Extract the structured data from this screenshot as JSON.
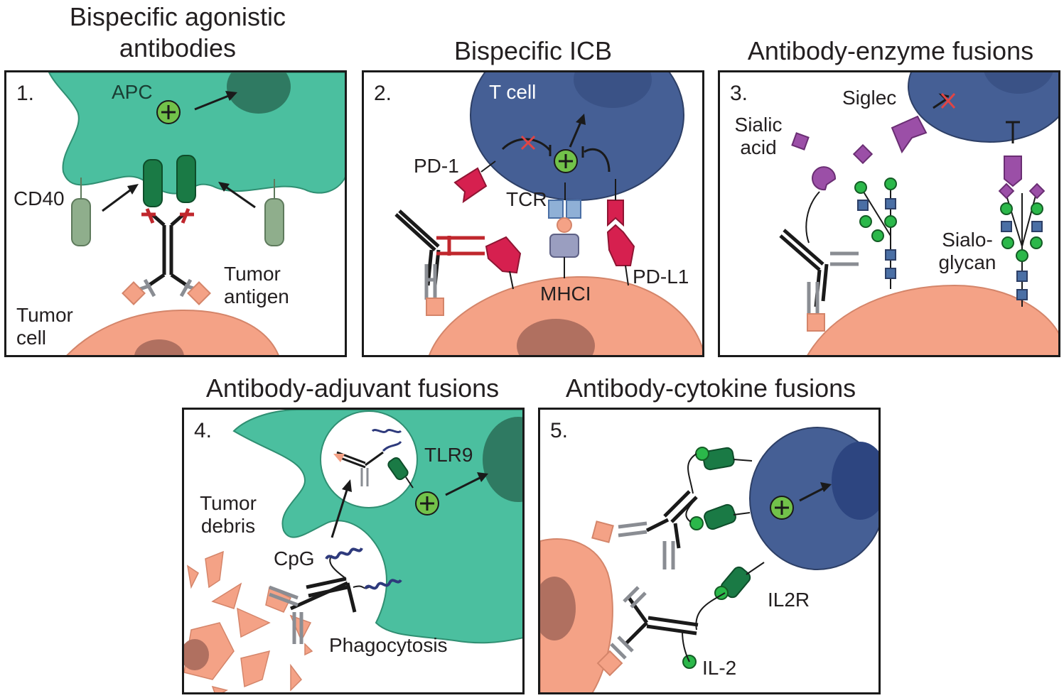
{
  "titles": {
    "p1_line1": "Bispecific agonistic",
    "p1_line2": "antibodies",
    "p2": "Bispecific ICB",
    "p3": "Antibody-enzyme fusions",
    "p4": "Antibody-adjuvant fusions",
    "p5": "Antibody-cytokine fusions"
  },
  "panel1": {
    "number": "1.",
    "apc": "APC",
    "cd40": "CD40",
    "tumor_antigen_1": "Tumor",
    "tumor_antigen_2": "antigen",
    "tumor_cell_1": "Tumor",
    "tumor_cell_2": "cell"
  },
  "panel2": {
    "number": "2.",
    "t_cell": "T cell",
    "pd1": "PD-1",
    "tcr": "TCR",
    "mhci": "MHCI",
    "pdl1": "PD-L1"
  },
  "panel3": {
    "number": "3.",
    "siglec": "Siglec",
    "sialic_1": "Sialic",
    "sialic_2": "acid",
    "sialo_1": "Sialo-",
    "sialo_2": "glycan"
  },
  "panel4": {
    "number": "4.",
    "tlr9": "TLR9",
    "tumor_debris_1": "Tumor",
    "tumor_debris_2": "debris",
    "cpg": "CpG",
    "phagocytosis": "Phagocytosis"
  },
  "panel5": {
    "number": "5.",
    "il2r": "IL2R",
    "il2": "IL-2"
  },
  "colors": {
    "apc": "#4bbf9f",
    "tcell": "#455f95",
    "tumor": "#f4a286",
    "antibody_dark": "#1a1a1a",
    "antibody_grey": "#8a8d93",
    "cd40_active": "#1a7a45",
    "cd40_inactive": "#8fae8c",
    "checkpoint_red": "#d6204f",
    "siglec_purple": "#9b4fa7",
    "glycan_blue": "#4a6fa5",
    "glycan_green": "#2bb84a",
    "plus_green": "#72c24a",
    "cpg_navy": "#2e3a7c"
  }
}
